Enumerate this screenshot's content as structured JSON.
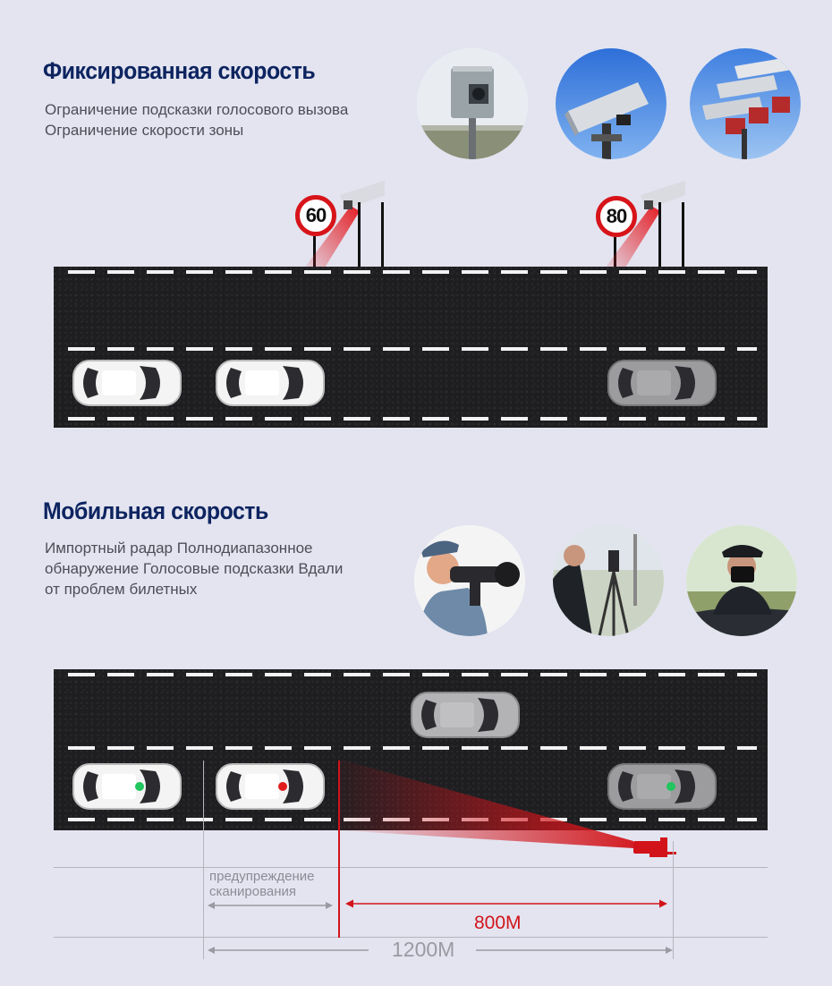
{
  "fixed": {
    "title": "Фиксированная скорость",
    "lines": [
      "Ограничение подсказки голосового вызова",
      "Ограничение скорости зоны"
    ],
    "signs": [
      "60",
      "80"
    ]
  },
  "mobile": {
    "title": "Мобильная скорость",
    "lines": [
      "Импортный радар  Полнодиапазонное",
      "обнаружение Голосовые подсказки Вдали",
      "от проблем билетных"
    ],
    "warning_label_line1": "предупреждение",
    "warning_label_line2": "сканирования",
    "distance_short": "800M",
    "distance_long": "1200M"
  },
  "colors": {
    "heading": "#0d2460",
    "road": "#1e1e21",
    "accent_red": "#d2141a",
    "dot_green": "#22c55e",
    "dot_red": "#e11d1d"
  }
}
